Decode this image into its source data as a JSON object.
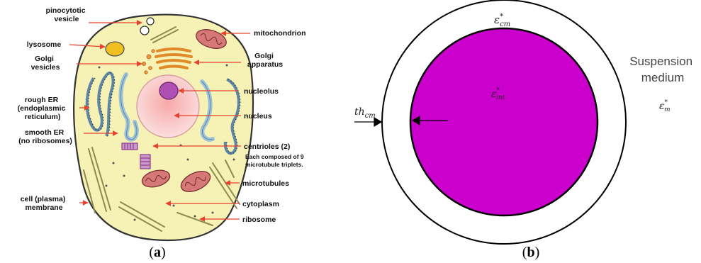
{
  "panel_a": {
    "caption_letter": "a",
    "labels": {
      "pinocytotic_vesicle": [
        "pinocytotic",
        "vesicle"
      ],
      "lysosome": "lysosome",
      "golgi_vesicles": [
        "Golgi",
        "vesicles"
      ],
      "rough_er": [
        "rough ER",
        "(endoplasmic",
        "reticulum)"
      ],
      "smooth_er": [
        "smooth ER",
        "(no ribosomes)"
      ],
      "cell_membrane": [
        "cell (plasma)",
        "membrane"
      ],
      "mitochondrion": "mitochondrion",
      "golgi_apparatus": [
        "Golgi",
        "apparatus"
      ],
      "nucleolus": "nucleolus",
      "nucleus": "nucleus",
      "centrioles": "centrioles (2)",
      "centrioles_note": [
        "Each composed of 9",
        "microtubule triplets."
      ],
      "microtubules": "microtubules",
      "cytoplasm": "cytoplasm",
      "ribosome": "ribosome"
    },
    "colors": {
      "cytoplasm": "#f6f1b4",
      "nucleus": "#f7c4c4",
      "nucleolus": "#b04fb3",
      "lysosome": "#f0c021",
      "golgi": "#e89a3a",
      "mitochondrion": "#d67878",
      "er": "#9cc3d8",
      "arrow": "#e8412e"
    }
  },
  "panel_b": {
    "caption_letter": "b",
    "medium_label": [
      "Suspension",
      "medium"
    ],
    "symbols": {
      "membrane_base": "ε",
      "membrane_sup": "*",
      "membrane_sub": "cm",
      "interior_base": "ε",
      "interior_sup": "*",
      "interior_sub": "int",
      "medium_base": "ε",
      "medium_sup": "*",
      "medium_sub": "m",
      "thickness_base": "th",
      "thickness_sub": "cm"
    },
    "colors": {
      "interior": "#cc00cc",
      "outline": "#000000"
    }
  }
}
